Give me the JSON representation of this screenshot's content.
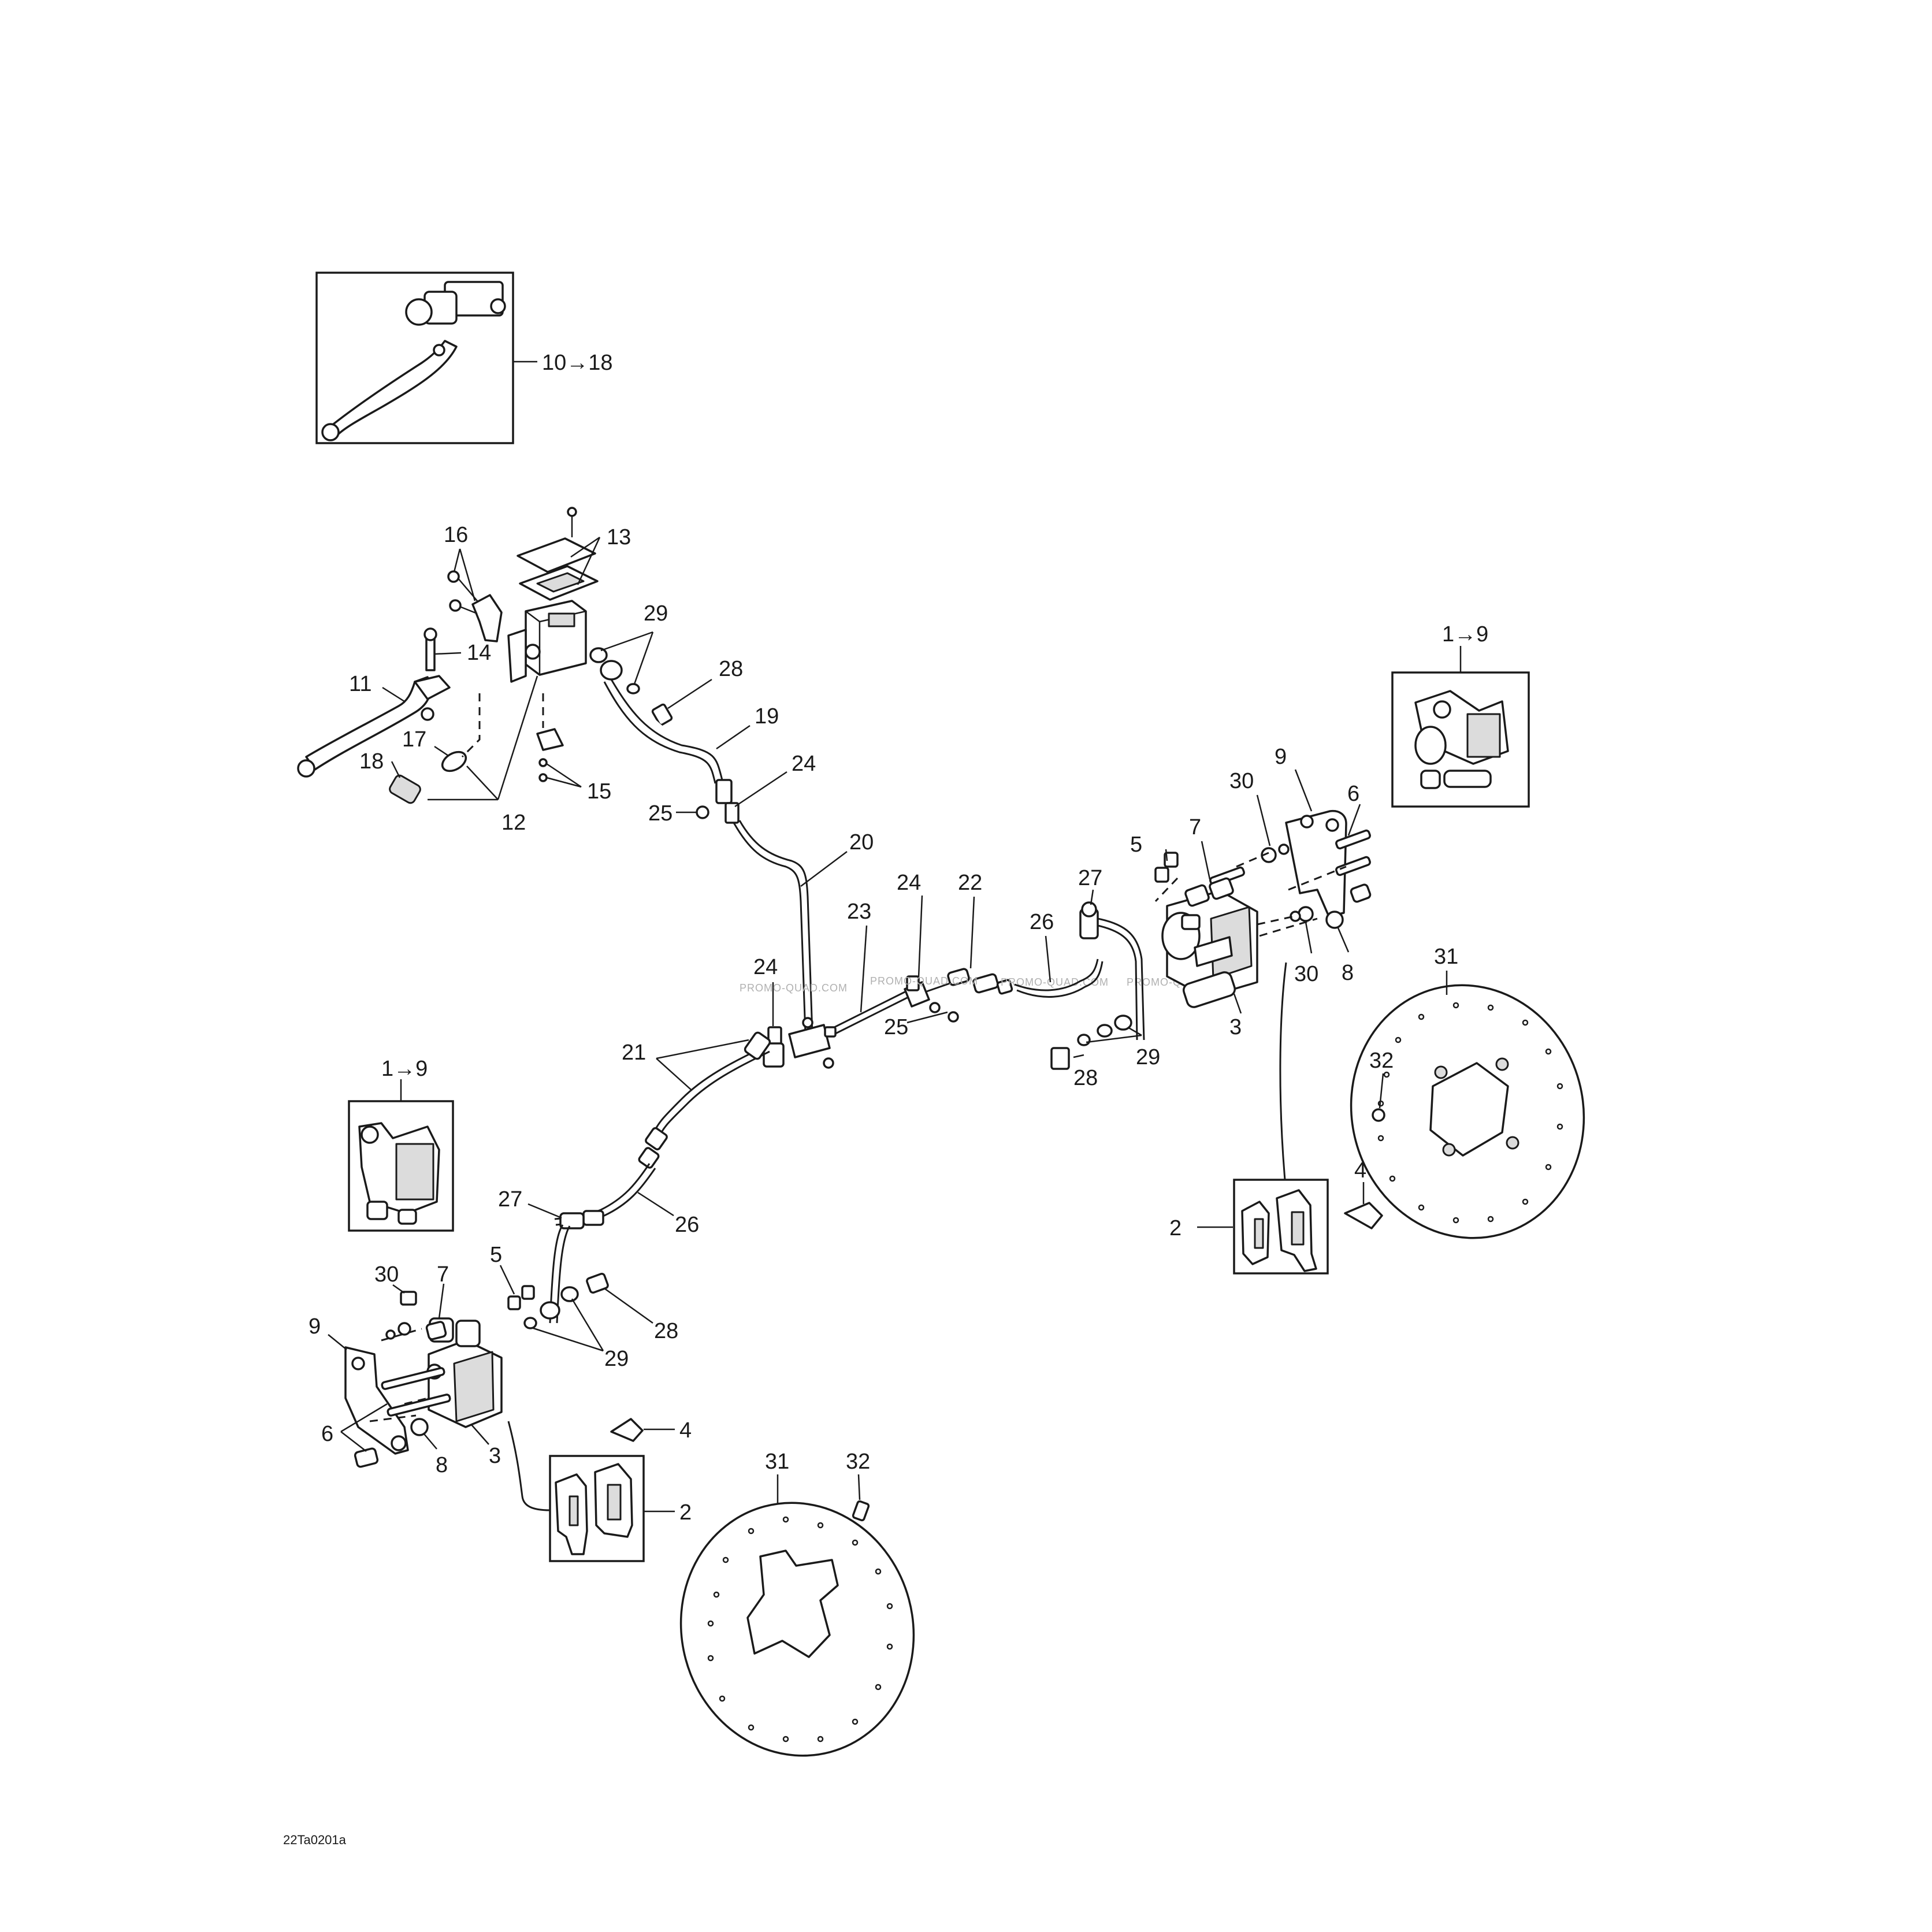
{
  "drawing_code": "22Ta0201a",
  "watermark": "PROMO-QUAD.COM",
  "colors": {
    "line": "#1a1a1a",
    "background": "#ffffff"
  },
  "labels": {
    "l1018": "10→18",
    "l16": "16",
    "l13": "13",
    "l29a": "29",
    "l28a": "28",
    "l14": "14",
    "l11": "11",
    "l19": "19",
    "l17": "17",
    "l18": "18",
    "l15": "15",
    "l12": "12",
    "l24a": "24",
    "l25a": "25",
    "l20": "20",
    "l19r": "1→9",
    "l9r": "9",
    "l30r": "30",
    "l6r": "6",
    "l5r": "5",
    "l7r": "7",
    "l27r": "27",
    "l24b": "24",
    "l22": "22",
    "l23": "23",
    "l26r": "26",
    "l24c": "24",
    "l30r2": "30",
    "l8r": "8",
    "l3r": "3",
    "l25b": "25",
    "l29b": "29",
    "l28b": "28",
    "l31r": "31",
    "l21": "21",
    "l32r": "32",
    "l19l": "1→9",
    "l4r": "4",
    "l2r": "2",
    "l27l": "27",
    "l26l": "26",
    "l30l": "30",
    "l7l": "7",
    "l5l": "5",
    "l28l": "28",
    "l9l": "9",
    "l29l": "29",
    "l6l": "6",
    "l4l": "4",
    "l8l": "8",
    "l3l": "3",
    "l31l": "31",
    "l32l": "32",
    "l2l": "2"
  }
}
